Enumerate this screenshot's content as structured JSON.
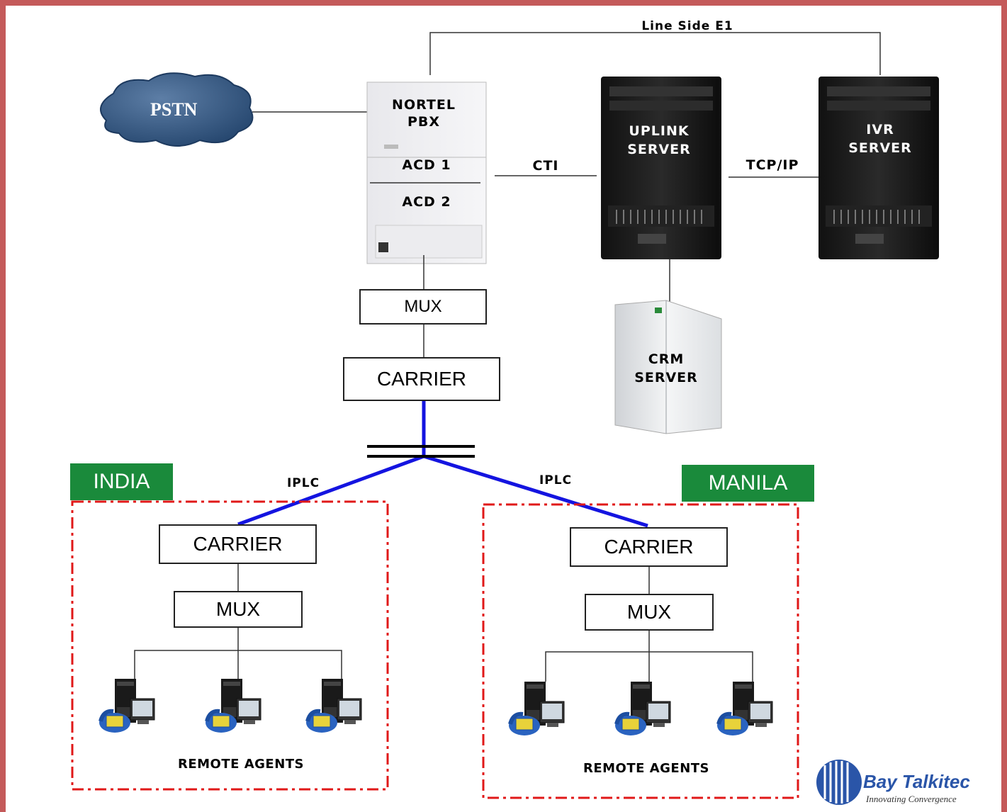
{
  "labels": {
    "line_side": "Line Side E1",
    "pstn": "PSTN",
    "nortel_pbx": "NORTEL\nPBX",
    "acd1": "ACD 1",
    "acd2": "ACD 2",
    "cti": "CTI",
    "uplink_server": "UPLINK\nSERVER",
    "tcpip": "TCP/IP",
    "ivr_server": "IVR\nSERVER",
    "crm_server": "CRM\nSERVER",
    "iplc_left": "IPLC",
    "iplc_right": "IPLC",
    "remote_agents_india": "REMOTE AGENTS",
    "remote_agents_manila": "REMOTE AGENTS"
  },
  "boxes": {
    "mux_central": "MUX",
    "carrier_central": "CARRIER",
    "carrier_india": "CARRIER",
    "mux_india": "MUX",
    "carrier_manila": "CARRIER",
    "mux_manila": "MUX"
  },
  "regions": {
    "india": "INDIA",
    "manila": "MANILA"
  },
  "logo": {
    "name": "Bay Talkitec",
    "tagline": "Innovating Convergence"
  },
  "colors": {
    "frame": "#c45a5a",
    "link_blue": "#1414e0",
    "region_green": "#1a8a3b",
    "dashed_red": "#e01818"
  }
}
